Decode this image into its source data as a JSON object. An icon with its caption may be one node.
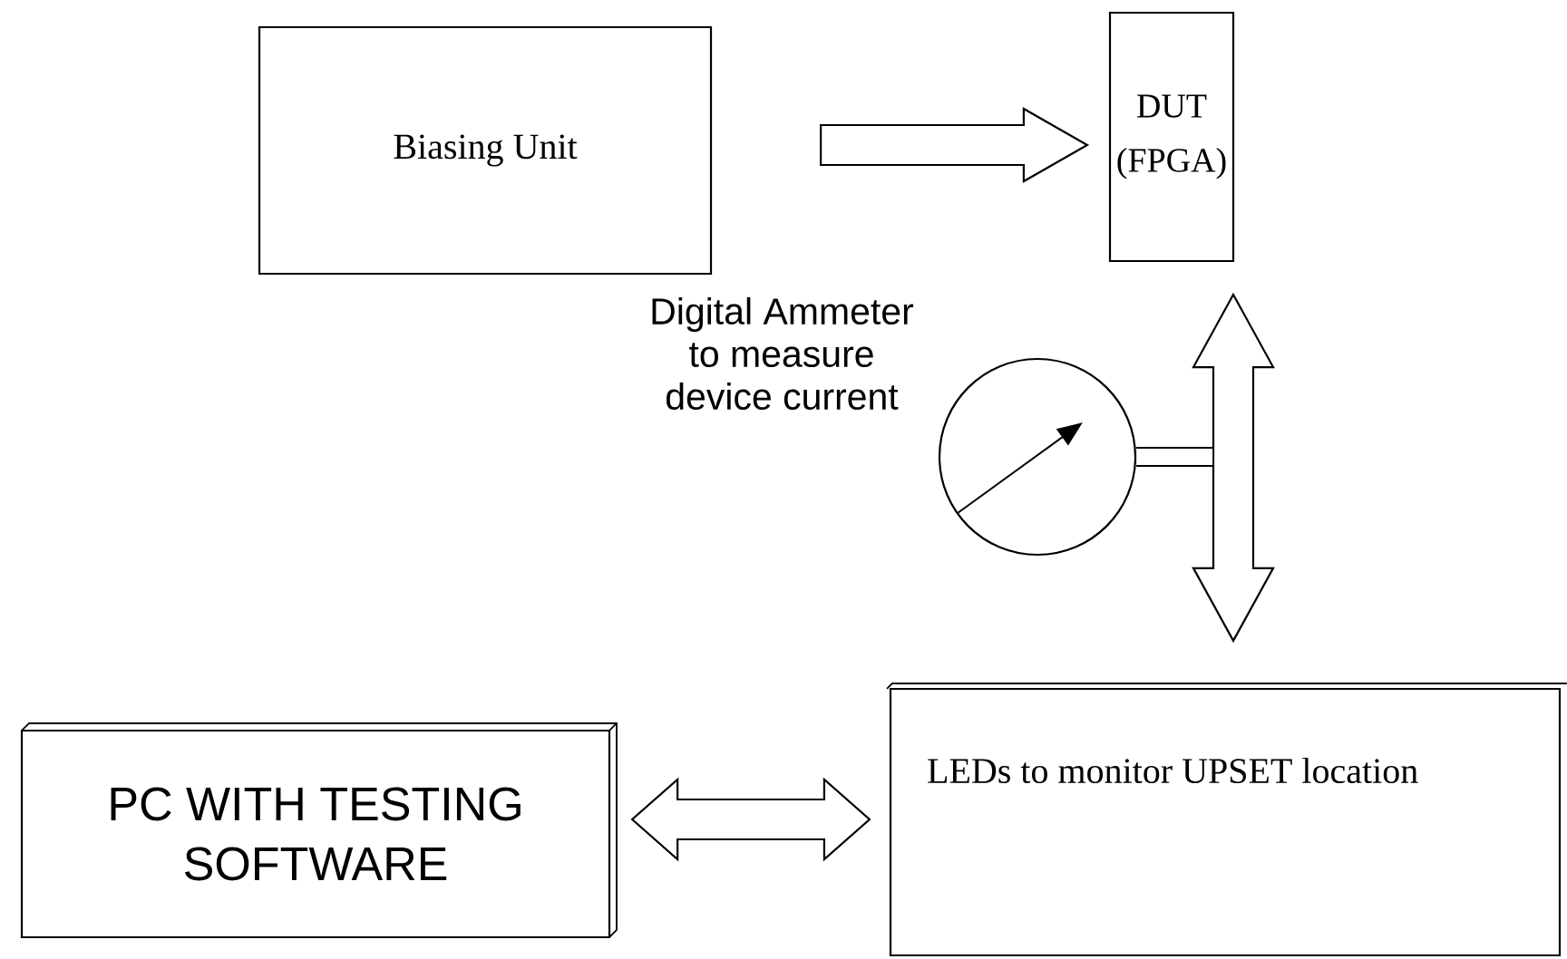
{
  "diagram": {
    "nodes": [
      {
        "text": [
          "Biasing Unit"
        ]
      },
      {
        "text": [
          "DUT (FPGA)"
        ]
      },
      {
        "text": [],
        "shape": "circle",
        "beside": [
          "Digital Ammeter to measure device current"
        ]
      },
      {
        "text": [
          "PC WITH TESTING SOFTWARE"
        ]
      },
      {
        "text": [
          "LEDs to monitor UPSET location"
        ]
      }
    ],
    "edges": [
      {
        "from": 0,
        "to": 1,
        "arrow": "to"
      },
      {
        "from": 1,
        "to": 4,
        "arrow": "both"
      },
      {
        "from": 2,
        "to": null,
        "arrow": "none"
      },
      {
        "from": 3,
        "to": 4,
        "arrow": "both"
      }
    ]
  }
}
